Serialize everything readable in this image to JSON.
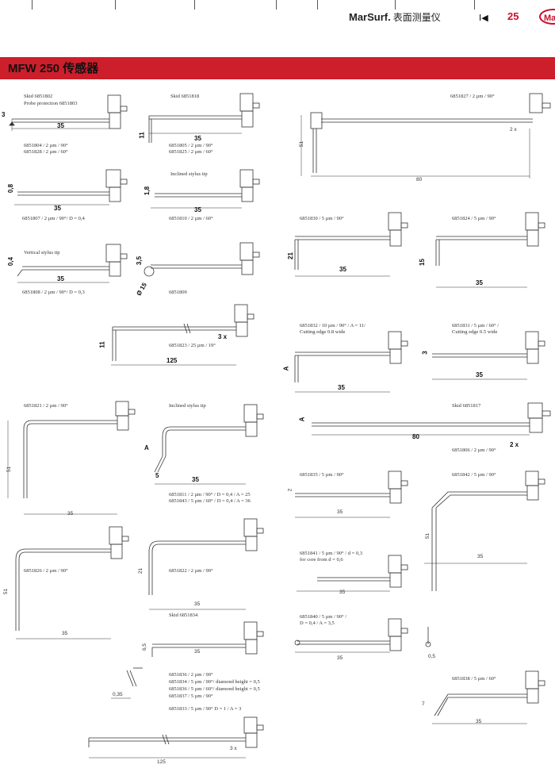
{
  "header": {
    "brand": "MarSurf.",
    "subtitle": "表面测量仪",
    "nav_symbol": "I◀",
    "page_number": "25",
    "logo_text": "Ma"
  },
  "section": {
    "title": "MFW 250 传感器"
  },
  "colors": {
    "accent": "#cd1e2b",
    "brand_red": "#c8102e"
  },
  "probes": {
    "p1": {
      "l1": "Skid 6851802",
      "l2": "Probe protection  6851803",
      "dim_len": "35",
      "dim_h": "3",
      "code1": "6851804 / 2 µm / 90°",
      "code2": "6851828 / 2 µm / 60°"
    },
    "p2": {
      "l1": "Skid 6851818",
      "dim_len": "35",
      "dim_h": "11",
      "code1": "6851805 / 2 µm / 90°",
      "code2": "6851825 / 2 µm / 60°"
    },
    "p3": {
      "code1": "6851827 / 2 µm / 90°",
      "mult": "2 x",
      "dim_h": "51",
      "dim_len": "80"
    },
    "p4": {
      "dim_len": "35",
      "dim_h": "0,8",
      "code1": "6851807 / 2 µm / 90°/ D = 0,4"
    },
    "p5": {
      "l1": "Inclined stylus tip",
      "dim_len": "35",
      "dim_h": "1,8",
      "code1": "6851810 / 2 µm / 60°"
    },
    "p6": {
      "code1": "6851830 / 5 µm / 90°",
      "dim_h": "21",
      "dim_len": "35"
    },
    "p7": {
      "code1": "6851824 / 5 µm / 90°",
      "dim_h": "15",
      "dim_len": "35"
    },
    "p8": {
      "l1": "Vertical stylus tip",
      "dim_len": "35",
      "dim_h": "0,4",
      "code1": "6851808 / 2 µm / 90°/ D = 0,3"
    },
    "p9": {
      "dim_a": "3,5",
      "dim_b": "Ø 15",
      "code1": "6851809"
    },
    "p10": {
      "mult": "3 x",
      "dim_h": "11",
      "code1": "6851823 / 25 µm / 19°",
      "dim_len": "125"
    },
    "p11": {
      "code1": "6851832 / 10 µm / 90° / A = 11/",
      "code2": "Cutting edge 0.8 wide",
      "dim_a": "A",
      "dim_len": "35"
    },
    "p12": {
      "code1": "6851831 / 5 µm / 60° /",
      "code2": "Cutting edge 0.5 wide",
      "dim_h": "3",
      "dim_len": "35"
    },
    "p13": {
      "code1": "6851821 / 2 µm / 90°",
      "dim_h": "51",
      "dim_len": "35"
    },
    "p14": {
      "l1": "Inclined stylus tip",
      "dim_a": "A",
      "dim_s": "5",
      "dim_len": "35",
      "code1": "6851811 / 2 µm / 90° / D = 0,4 / A = 25",
      "code2": "6851843 / 5 µm / 60° / D = 0,4 / A = 36"
    },
    "p15": {
      "l1": "Skid 6851817",
      "dim_a": "A",
      "dim_len": "80",
      "mult": "2 x",
      "code1": "6851806 / 2 µm / 90°"
    },
    "p16": {
      "code1": "6851835 / 5 µm / 90°",
      "dim_h": "2",
      "dim_len": "35"
    },
    "p17": {
      "code1": "6851842 / 5 µm / 90°",
      "dim_h": "51",
      "dim_len": "35"
    },
    "p18": {
      "code1": "6851826 / 2 µm / 90°",
      "dim_h": "51",
      "dim_len": "35"
    },
    "p19": {
      "code1": "6851822 / 2 µm / 90°",
      "dim_h": "21",
      "dim_len": "35"
    },
    "p20": {
      "code1": "6851841 / 5 µm / 90° / d = 0,3",
      "code2": "for core from d = 0,6",
      "dim_len": "35"
    },
    "p21": {
      "l1": "Skid 6851834",
      "dim_h": "6,5",
      "dim_len": "35"
    },
    "p22": {
      "code1": "6851840 / 5 µm / 90° /",
      "code2": "D = 0,4 / A = 3,5",
      "dim_len": "35",
      "dim_s": "0,5"
    },
    "p23": {
      "dim_s": "0,35",
      "code1": "6851836 / 2 µm / 90°",
      "code2": "6851834 / 5 µm / 90°/ diamond height  = 0,5",
      "code3": "6851836 / 5 µm / 60°/ diamond height  = 0,5",
      "code4": "6851837 / 5 µm / 90°",
      "code5": "6851833 / 5 µm / 90° D = 1 / A = 3"
    },
    "p24": {
      "code1": "6851838 / 5 µm / 60°",
      "dim_h": "7",
      "dim_len": "35"
    },
    "p25": {
      "mult": "3 x",
      "dim_len": "125"
    }
  }
}
